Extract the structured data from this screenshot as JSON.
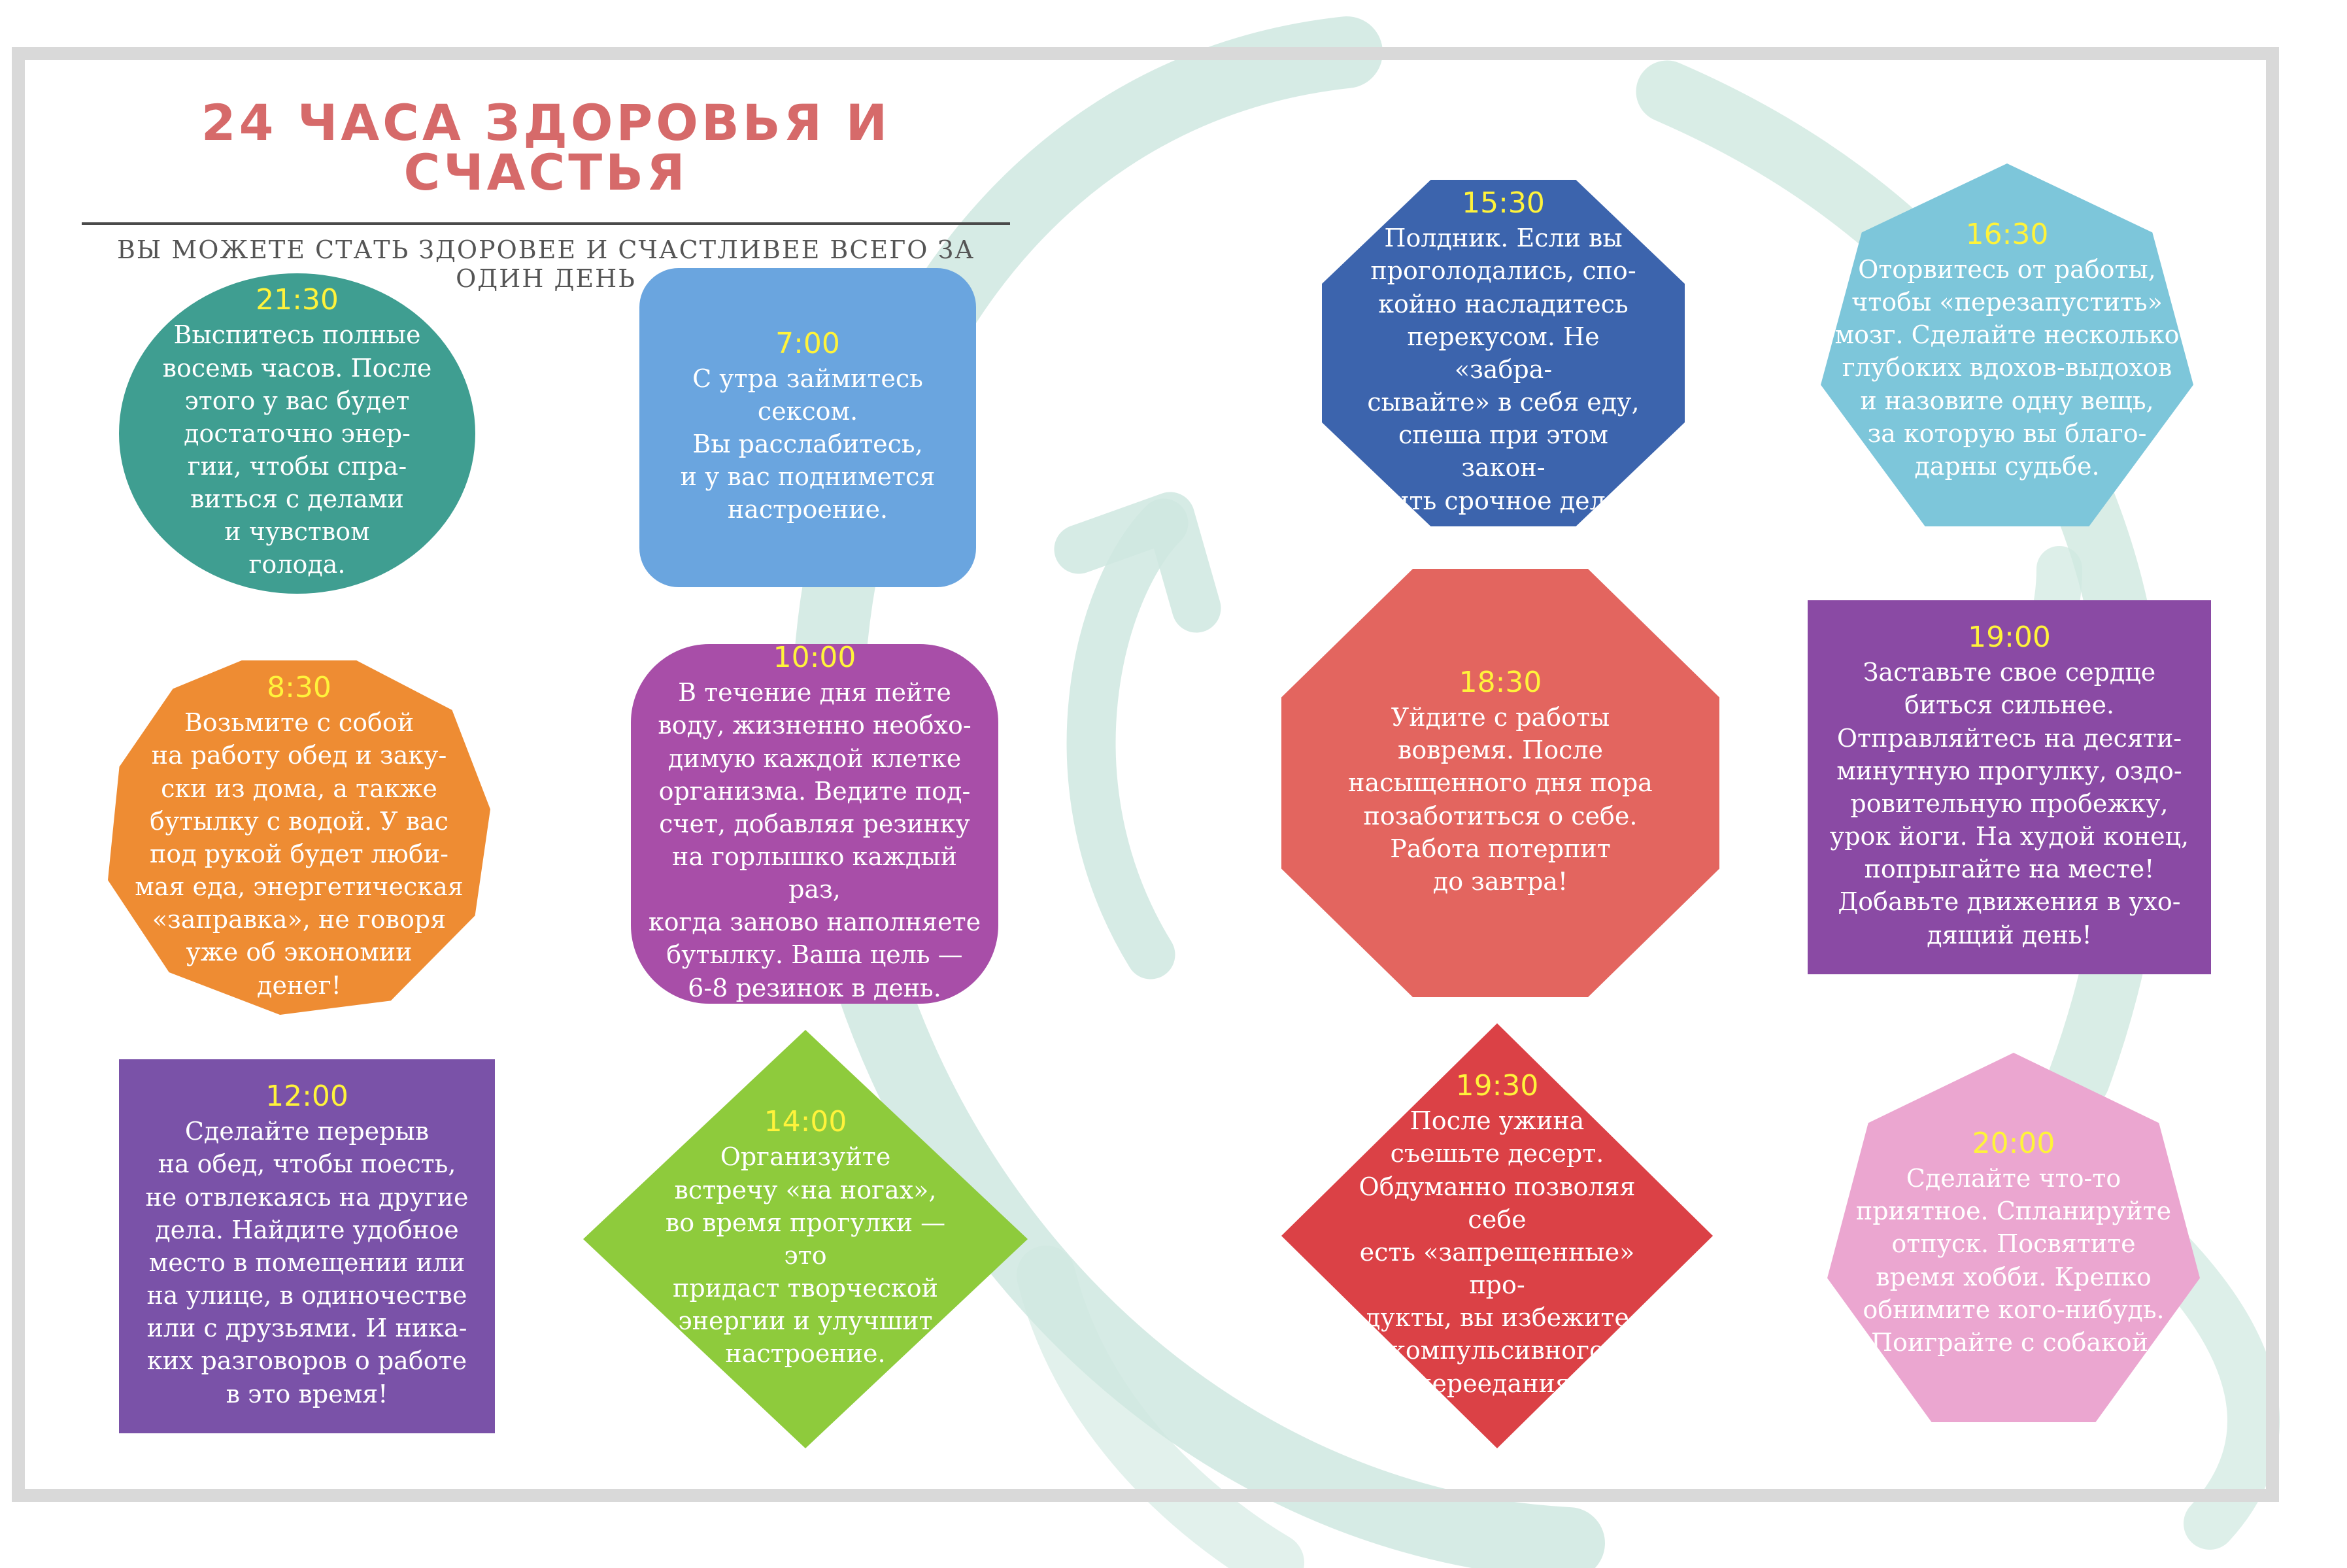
{
  "page": {
    "title": "24 ЧАСА ЗДОРОВЬЯ И СЧАСТЬЯ",
    "subtitle": "ВЫ МОЖЕТЕ СТАТЬ ЗДОРОВЕЕ И СЧАСТЛИВЕЕ ВСЕГО ЗА ОДИН ДЕНЬ"
  },
  "colors": {
    "title": "#d66a6a",
    "time": "#fff33b",
    "arrow": "#cfe8e0",
    "frame": "#d9d9d9"
  },
  "cards": [
    {
      "time": "21:30",
      "color": "#3f9e91",
      "text": "Выспитесь полные\nвосемь часов. После\nэтого у вас будет\nдостаточно энер-\nгии, чтобы спра-\nвиться с делами\nи чувством\nголода."
    },
    {
      "time": "8:30",
      "color": "#ee8c33",
      "text": "Возьмите с собой\nна работу обед и заку-\nски из дома, а также\nбутылку с водой. У вас\nпод рукой будет люби-\nмая еда, энергетическая\n«заправка», не говоря\nуже об экономии\nденег!"
    },
    {
      "time": "12:00",
      "color": "#7a52a8",
      "text": "Сделайте перерыв\nна обед, чтобы поесть,\nне отвлекаясь на другие\nдела. Найдите удобное\nместо в помещении или\nна улице, в одиночестве\nили с друзьями. И ника-\nких разговоров о работе\nв это время!"
    },
    {
      "time": "7:00",
      "color": "#6aa5df",
      "text": "С утра займитесь\nсексом.\nВы расслабитесь,\nи у вас поднимется\nнастроение."
    },
    {
      "time": "10:00",
      "color": "#a84ea8",
      "text": "В течение дня пейте\nводу, жизненно необхо-\nдимую каждой клетке\nорганизма. Ведите под-\nсчет, добавляя резинку\nна горлышко каждый раз,\nкогда заново наполняете\nбутылку. Ваша цель —\n6-8 резинок в день."
    },
    {
      "time": "14:00",
      "color": "#8ecb3c",
      "text": "Организуйте\nвстречу «на ногах»,\nво время прогулки — это\nпридаст творческой\nэнергии и улучшит\nнастроение."
    },
    {
      "time": "15:30",
      "color": "#3c64ad",
      "text": "Полдник. Если вы\nпроголодались, спо-\nкойно насладитесь\nперекусом. Не «забра-\nсывайте» в себя еду,\nспеша при этом закон-\nчить срочное дело!"
    },
    {
      "time": "18:30",
      "color": "#e3655f",
      "text": "Уйдите с работы\nвовремя. После\nнасыщенного дня пора\nпозаботиться о себе.\nРабота потерпит\nдо завтра!"
    },
    {
      "time": "19:30",
      "color": "#db4146",
      "text": "После ужина\nсъешьте десерт.\nОбдуманно позволяя себе\nесть «запрещенные» про-\nдукты, вы избежите\nкомпульсивного\nпереедания."
    },
    {
      "time": "16:30",
      "color": "#7dc6da",
      "text": "Оторвитесь от работы,\nчтобы «перезапустить»\nмозг. Сделайте несколько\nглубоких вдохов-выдохов\nи назовите одну вещь,\nза которую вы благо-\nдарны судьбе."
    },
    {
      "time": "19:00",
      "color": "#8a4aa4",
      "text": "Заставьте свое сердце\nбиться сильнее.\nОтправляйтесь на десяти-\nминутную прогулку, оздо-\nровительную пробежку,\nурок йоги. На худой конец,\nпопрыгайте на месте!\nДобавьте движения в ухо-\nдящий день!"
    },
    {
      "time": "20:00",
      "color": "#eba6d0",
      "text": "Сделайте что-то\nприятное. Спланируйте\nотпуск. Посвятите\nвремя хобби. Крепко\nобнимите кого-нибудь.\nПоиграйте с собакой."
    }
  ]
}
